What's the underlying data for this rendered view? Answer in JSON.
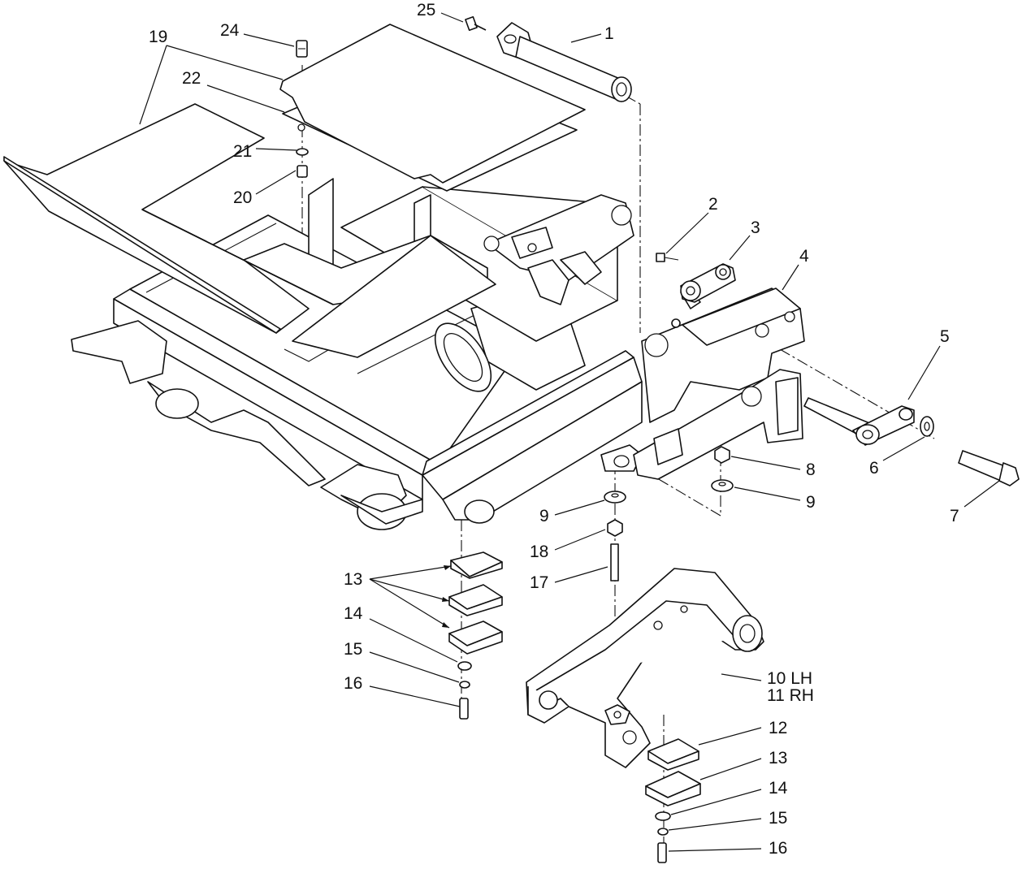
{
  "callouts": [
    {
      "id": "c1",
      "text": "1"
    },
    {
      "id": "c2",
      "text": "2"
    },
    {
      "id": "c3",
      "text": "3"
    },
    {
      "id": "c4",
      "text": "4"
    },
    {
      "id": "c5",
      "text": "5"
    },
    {
      "id": "c6",
      "text": "6"
    },
    {
      "id": "c7",
      "text": "7"
    },
    {
      "id": "c8",
      "text": "8"
    },
    {
      "id": "c9a",
      "text": "9"
    },
    {
      "id": "c9b",
      "text": "9"
    },
    {
      "id": "c10",
      "text": "10  LH"
    },
    {
      "id": "c11",
      "text": "11  RH"
    },
    {
      "id": "c12",
      "text": "12"
    },
    {
      "id": "c13a",
      "text": "13"
    },
    {
      "id": "c13b",
      "text": "13"
    },
    {
      "id": "c14a",
      "text": "14"
    },
    {
      "id": "c14b",
      "text": "14"
    },
    {
      "id": "c15a",
      "text": "15"
    },
    {
      "id": "c15b",
      "text": "15"
    },
    {
      "id": "c16a",
      "text": "16"
    },
    {
      "id": "c16b",
      "text": "16"
    },
    {
      "id": "c17",
      "text": "17"
    },
    {
      "id": "c18",
      "text": "18"
    },
    {
      "id": "c19",
      "text": "19"
    },
    {
      "id": "c20",
      "text": "20"
    },
    {
      "id": "c21",
      "text": "21"
    },
    {
      "id": "c22",
      "text": "22"
    },
    {
      "id": "c24",
      "text": "24"
    },
    {
      "id": "c25",
      "text": "25"
    }
  ]
}
